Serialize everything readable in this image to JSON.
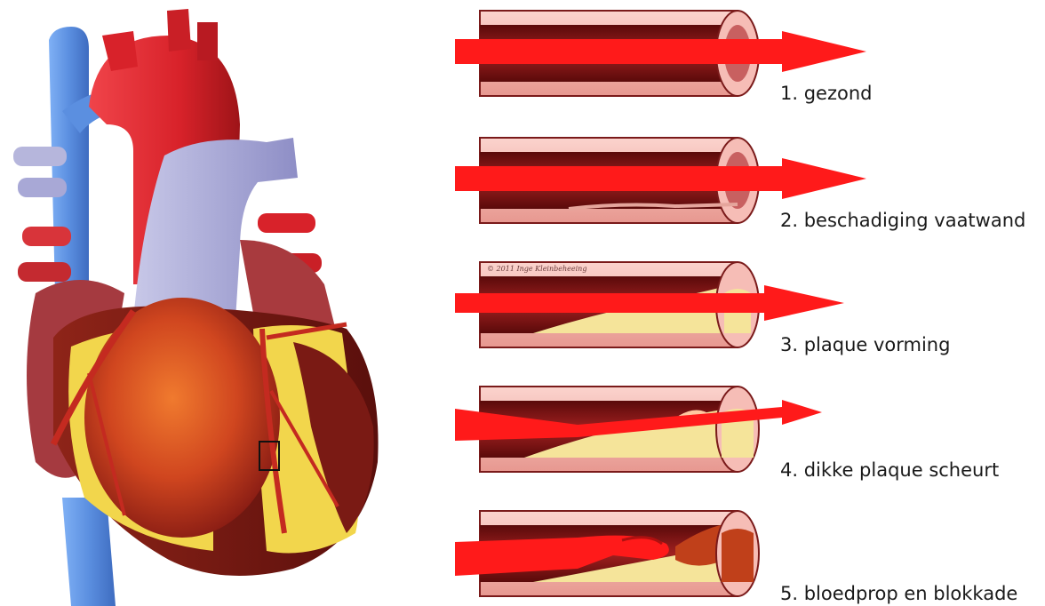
{
  "stages": [
    {
      "label": "1. gezond"
    },
    {
      "label": "2. beschadiging vaatwand"
    },
    {
      "label": "3. plaque vorming"
    },
    {
      "label": "4. dikke plaque scheurt"
    },
    {
      "label": "5. bloedprop en blokkade"
    }
  ],
  "colors": {
    "artery_outer": "#f3b6b0",
    "artery_inner": "#8f1b1b",
    "blood_arrow": "#ff1a1a",
    "plaque": "#f5e49a",
    "vein": "#5b8fe0",
    "aorta": "#d8222a",
    "heart_muscle": "#b83020",
    "fat": "#f2d64c"
  }
}
